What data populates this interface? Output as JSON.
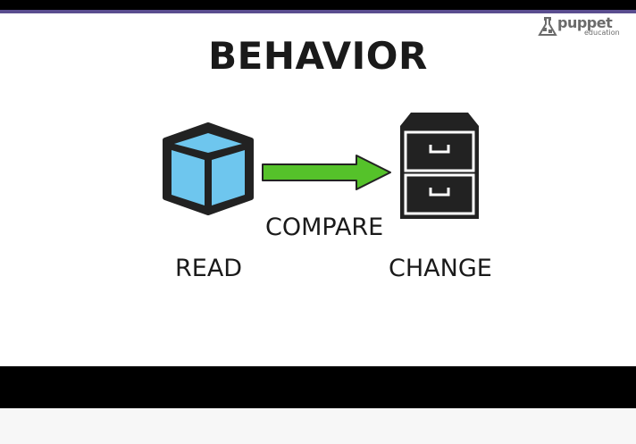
{
  "logo": {
    "brand": "puppet",
    "sub": "education"
  },
  "slide": {
    "title": "BEHAVIOR",
    "labels": {
      "read": "READ",
      "compare": "COMPARE",
      "change": "CHANGE"
    }
  },
  "colors": {
    "cube_face": "#6ec6ee",
    "cube_outline": "#222222",
    "arrow_fill": "#55c22a",
    "cabinet": "#222222",
    "accent_bar": "#5a4d8f"
  },
  "icons": [
    "cube-icon",
    "right-arrow-icon",
    "filing-cabinet-icon",
    "puppet-logo-icon"
  ]
}
